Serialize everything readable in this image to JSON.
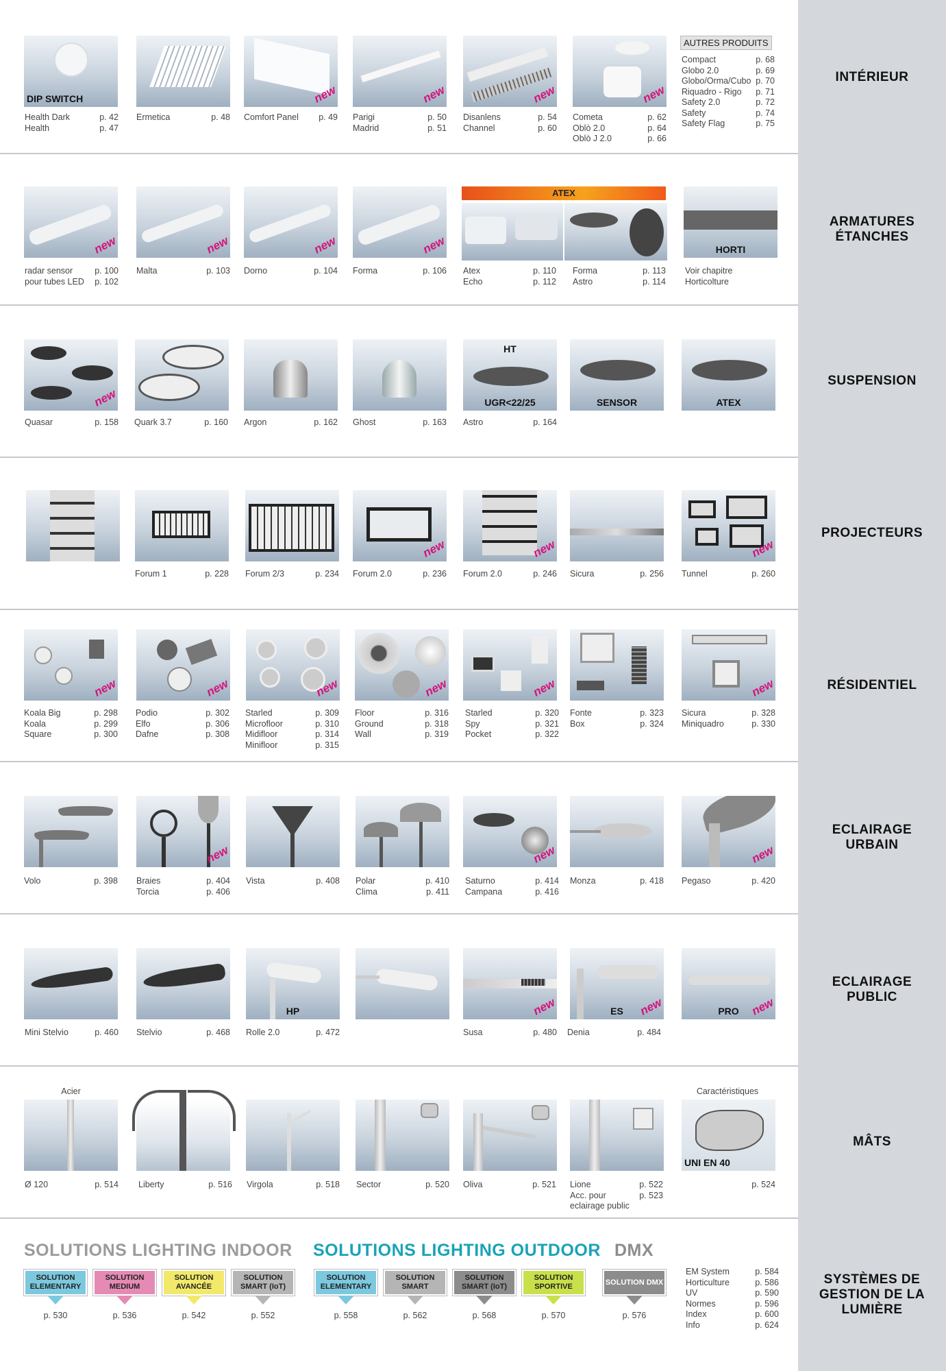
{
  "categories": [
    "INTÉRIEUR",
    "ARMATURES ÉTANCHES",
    "SUSPENSION",
    "PROJECTEURS",
    "RÉSIDENTIEL",
    "ECLAIRAGE URBAIN",
    "ECLAIRAGE PUBLIC",
    "MÂTS",
    "SYSTÈMES DE GESTION DE LA LUMIÈRE"
  ],
  "new_badge": "new",
  "interieur": {
    "tile_labels": {
      "dip": "DIP SWITCH"
    },
    "items": [
      [
        [
          "Health Dark",
          "p. 42"
        ],
        [
          "Health",
          "p. 47"
        ]
      ],
      [
        [
          "Ermetica",
          "p. 48"
        ]
      ],
      [
        [
          "Comfort Panel",
          "p. 49"
        ]
      ],
      [
        [
          "Parigi",
          "p. 50"
        ],
        [
          "Madrid",
          "p. 51"
        ]
      ],
      [
        [
          "Disanlens",
          "p. 54"
        ],
        [
          "Channel",
          "p. 60"
        ]
      ],
      [
        [
          "Cometa",
          "p. 62"
        ],
        [
          "Oblò 2.0",
          "p. 64"
        ],
        [
          "Oblò J 2.0",
          "p. 66"
        ]
      ]
    ],
    "autres_title": "AUTRES PRODUITS",
    "autres": [
      [
        "Compact",
        "p. 68"
      ],
      [
        "Globo 2.0",
        "p. 69"
      ],
      [
        "Globo/Orma/Cubo",
        "p. 70"
      ],
      [
        "Riquadro - Rigo",
        "p. 71"
      ],
      [
        "Safety 2.0",
        "p. 72"
      ],
      [
        "Safety",
        "p. 74"
      ],
      [
        "Safety Flag",
        "p. 75"
      ]
    ]
  },
  "armatures": {
    "atex_label": "ATEX",
    "horti_label": "HORTI",
    "items": [
      [
        [
          "radar sensor",
          "p. 100"
        ],
        [
          "pour tubes LED",
          "p. 102"
        ]
      ],
      [
        [
          "Malta",
          "p. 103"
        ]
      ],
      [
        [
          "Dorno",
          "p. 104"
        ]
      ],
      [
        [
          "Forma",
          "p. 106"
        ]
      ],
      [
        [
          "Atex",
          "p. 110"
        ],
        [
          "Echo",
          "p. 112"
        ]
      ],
      [
        [
          "Forma",
          "p. 113"
        ],
        [
          "Astro",
          "p. 114"
        ]
      ],
      [
        [
          "Voir  chapitre",
          ""
        ],
        [
          "Horticolture",
          ""
        ]
      ]
    ]
  },
  "suspension": {
    "tile_labels": {
      "ht": "HT",
      "ugr": "UGR<22/25",
      "sensor": "SENSOR",
      "atex": "ATEX"
    },
    "items": [
      [
        [
          "Quasar",
          "p. 158"
        ]
      ],
      [
        [
          "Quark 3.7",
          "p. 160"
        ]
      ],
      [
        [
          "Argon",
          "p. 162"
        ]
      ],
      [
        [
          "Ghost",
          "p. 163"
        ]
      ],
      [
        [
          "Astro",
          "p. 164"
        ]
      ]
    ]
  },
  "projecteurs": {
    "items": [
      [
        [
          "",
          ""
        ]
      ],
      [
        [
          "Forum 1",
          "p. 228"
        ]
      ],
      [
        [
          "Forum 2/3",
          "p. 234"
        ]
      ],
      [
        [
          "Forum 2.0",
          "p. 236"
        ]
      ],
      [
        [
          "Forum 2.0",
          "p. 246"
        ]
      ],
      [
        [
          "Sicura",
          "p. 256"
        ]
      ],
      [
        [
          "Tunnel",
          "p. 260"
        ]
      ]
    ]
  },
  "residentiel": {
    "items": [
      [
        [
          "Koala Big",
          "p. 298"
        ],
        [
          "Koala",
          "p. 299"
        ],
        [
          "Square",
          "p. 300"
        ]
      ],
      [
        [
          "Podio",
          "p. 302"
        ],
        [
          "Elfo",
          "p. 306"
        ],
        [
          "Dafne",
          "p. 308"
        ]
      ],
      [
        [
          "Starled",
          "p. 309"
        ],
        [
          "Microfloor",
          "p. 310"
        ],
        [
          "Midifloor",
          "p. 314"
        ],
        [
          "Minifloor",
          "p. 315"
        ]
      ],
      [
        [
          "Floor",
          "p. 316"
        ],
        [
          "Ground",
          "p. 318"
        ],
        [
          "Wall",
          "p. 319"
        ]
      ],
      [
        [
          "Starled",
          "p. 320"
        ],
        [
          "Spy",
          "p. 321"
        ],
        [
          "Pocket",
          "p. 322"
        ]
      ],
      [
        [
          "Fonte",
          "p. 323"
        ],
        [
          "Box",
          "p. 324"
        ]
      ],
      [
        [
          "Sicura",
          "p. 328"
        ],
        [
          "Miniquadro",
          "p. 330"
        ]
      ]
    ]
  },
  "urbain": {
    "items": [
      [
        [
          "Volo",
          "p. 398"
        ]
      ],
      [
        [
          "Braies",
          "p. 404"
        ],
        [
          "Torcia",
          "p. 406"
        ]
      ],
      [
        [
          "Vista",
          "p. 408"
        ]
      ],
      [
        [
          "Polar",
          "p. 410"
        ],
        [
          "Clima",
          "p. 411"
        ]
      ],
      [
        [
          "Saturno",
          "p. 414"
        ],
        [
          "Campana",
          "p. 416"
        ]
      ],
      [
        [
          "Monza",
          "p. 418"
        ]
      ],
      [
        [
          "Pegaso",
          "p. 420"
        ]
      ]
    ]
  },
  "public": {
    "tile_labels": {
      "hp": "HP",
      "es": "ES",
      "pro": "PRO"
    },
    "items": [
      [
        [
          "Mini Stelvio",
          "p. 460"
        ]
      ],
      [
        [
          "Stelvio",
          "p. 468"
        ]
      ],
      [
        [
          "Rolle 2.0",
          "p. 472"
        ]
      ],
      [
        [
          "",
          ""
        ]
      ],
      [
        [
          "Susa",
          "p. 480"
        ]
      ],
      [
        [
          "Denia",
          "p. 484"
        ]
      ],
      [
        [
          "",
          ""
        ]
      ]
    ]
  },
  "mats": {
    "acier": "Acier",
    "caracteristiques": "Caractéristiques",
    "uni_label": "UNI EN 40",
    "items": [
      [
        [
          "Ø 120",
          "p. 514"
        ]
      ],
      [
        [
          "Liberty",
          "p. 516"
        ]
      ],
      [
        [
          "Virgola",
          "p. 518"
        ]
      ],
      [
        [
          "Sector",
          "p. 520"
        ]
      ],
      [
        [
          "Oliva",
          "p. 521"
        ]
      ],
      [
        [
          "Lione",
          "p. 522"
        ],
        [
          "Acc. pour",
          "p. 523"
        ],
        [
          "eclairage public",
          ""
        ]
      ],
      [
        [
          "",
          "p. 524"
        ]
      ]
    ]
  },
  "systemes": {
    "indoor_title": "SOLUTIONS LIGHTING INDOOR",
    "outdoor_title": "SOLUTIONS LIGHTING OUTDOOR",
    "dmx_title": "DMX",
    "indoor": [
      {
        "label": "SOLUTION ELEMENTARY",
        "page": "p. 530",
        "color": "#7cc9df"
      },
      {
        "label": "SOLUTION MEDIUM",
        "page": "p. 536",
        "color": "#e58ab4"
      },
      {
        "label": "SOLUTION AVANCÉE",
        "page": "p. 542",
        "color": "#f2e96a"
      },
      {
        "label": "SOLUTION SMART (IoT)",
        "page": "p. 552",
        "color": "#b5b5b5"
      }
    ],
    "outdoor": [
      {
        "label": "SOLUTION ELEMENTARY",
        "page": "p. 558",
        "color": "#7cc9df"
      },
      {
        "label": "SOLUTION SMART",
        "page": "p. 562",
        "color": "#b5b5b5"
      },
      {
        "label": "SOLUTION SMART (IoT)",
        "page": "p. 568",
        "color": "#8c8c8c"
      },
      {
        "label": "SOLUTION SPORTIVE",
        "page": "p. 570",
        "color": "#c9e04a"
      }
    ],
    "dmx": {
      "label": "SOLUTION DMX",
      "page": "p. 576",
      "color": "#8c8c8c"
    },
    "list": [
      [
        "EM System",
        "p. 584"
      ],
      [
        "Horticulture",
        "p. 586"
      ],
      [
        "UV",
        "p. 590"
      ],
      [
        "Normes",
        "p. 596"
      ],
      [
        "Index",
        "p. 600"
      ],
      [
        "Info",
        "p. 624"
      ]
    ]
  },
  "colors": {
    "indoor_title": "#9b9b9b",
    "outdoor_title": "#1aa3b8",
    "dmx_title": "#8c8c8c",
    "new": "#d4147c",
    "sidebar": "#d4d7dc"
  }
}
